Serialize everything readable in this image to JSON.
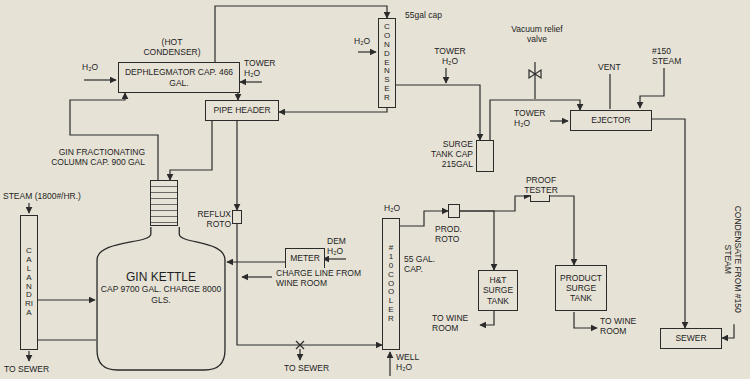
{
  "diagram": {
    "nodes": [
      {
        "text": [
          "(HOT CONDENSER)",
          "DEPHLEGMATOR CAP. 466 GAL."
        ]
      },
      {
        "text": [
          "55gal cap",
          "CONDENSER"
        ]
      },
      {
        "text": [
          "PIPE HEADER"
        ]
      },
      {
        "text": [
          "GIN FRACTIONATING COLUMN CAP. 900 GAL"
        ]
      },
      {
        "text": [
          "CALANDRIA"
        ]
      },
      {
        "text": [
          "GIN KETTLE",
          "CAP 9700 GAL. CHARGE 8000 GLS."
        ]
      },
      {
        "text": [
          "REFLUX ROTO"
        ]
      },
      {
        "text": [
          "METER"
        ]
      },
      {
        "text": [
          "SURGE TANK CAP 215GAL"
        ]
      },
      {
        "text": [
          "EJECTOR"
        ]
      },
      {
        "text": [
          "#10 COOLER"
        ]
      },
      {
        "text": [
          "PROD. ROTO"
        ]
      },
      {
        "text": [
          "PROOF TESTER"
        ]
      },
      {
        "text": [
          "H&T SURGE TANK"
        ]
      },
      {
        "text": [
          "PRODUCT SURGE TANK"
        ]
      },
      {
        "text": [
          "SEWER"
        ]
      }
    ],
    "edges": [
      {
        "from": 0,
        "to": 1,
        "arrow": "to"
      },
      {
        "from": 0,
        "to": 2,
        "arrow": "to"
      },
      {
        "from": 1,
        "to": 2,
        "arrow": "to"
      },
      {
        "from": 3,
        "to": 0,
        "arrow": "to"
      },
      {
        "from": 2,
        "to": 3,
        "arrow": "to"
      },
      {
        "from": 2,
        "to": 6,
        "arrow": "to"
      },
      {
        "from": 4,
        "to": 5,
        "arrow": "to"
      },
      {
        "from": 7,
        "to": 5,
        "arrow": "to"
      },
      {
        "from": 6,
        "to": 10,
        "arrow": "to"
      },
      {
        "from": 1,
        "to": 8,
        "arrow": "to"
      },
      {
        "from": 8,
        "to": 9,
        "arrow": "to"
      },
      {
        "from": 9,
        "to": 15,
        "arrow": "to"
      },
      {
        "from": 10,
        "to": 11,
        "arrow": "to"
      },
      {
        "from": 11,
        "to": 13,
        "arrow": "to"
      },
      {
        "from": 11,
        "to": 12,
        "arrow": "to"
      },
      {
        "from": 12,
        "to": 14,
        "arrow": "to"
      }
    ],
    "labels": [
      "H₂O",
      "TOWER H₂O",
      "H₂O",
      "TOWER H₂O",
      "Vacuum relief valve",
      "VENT",
      "#150 STEAM",
      "TOWER H₂O",
      "STEAM (1800#/HR.)",
      "TO SEWER",
      "DEM H₂O",
      "CHARGE LINE FROM WINE ROOM",
      "H₂O",
      "55 GAL. CAP.",
      "WELL H₂O",
      "TO SEWER",
      "TO WINE ROOM",
      "TO WINE ROOM",
      "CONDENSATE FROM #150 STEAM"
    ]
  }
}
